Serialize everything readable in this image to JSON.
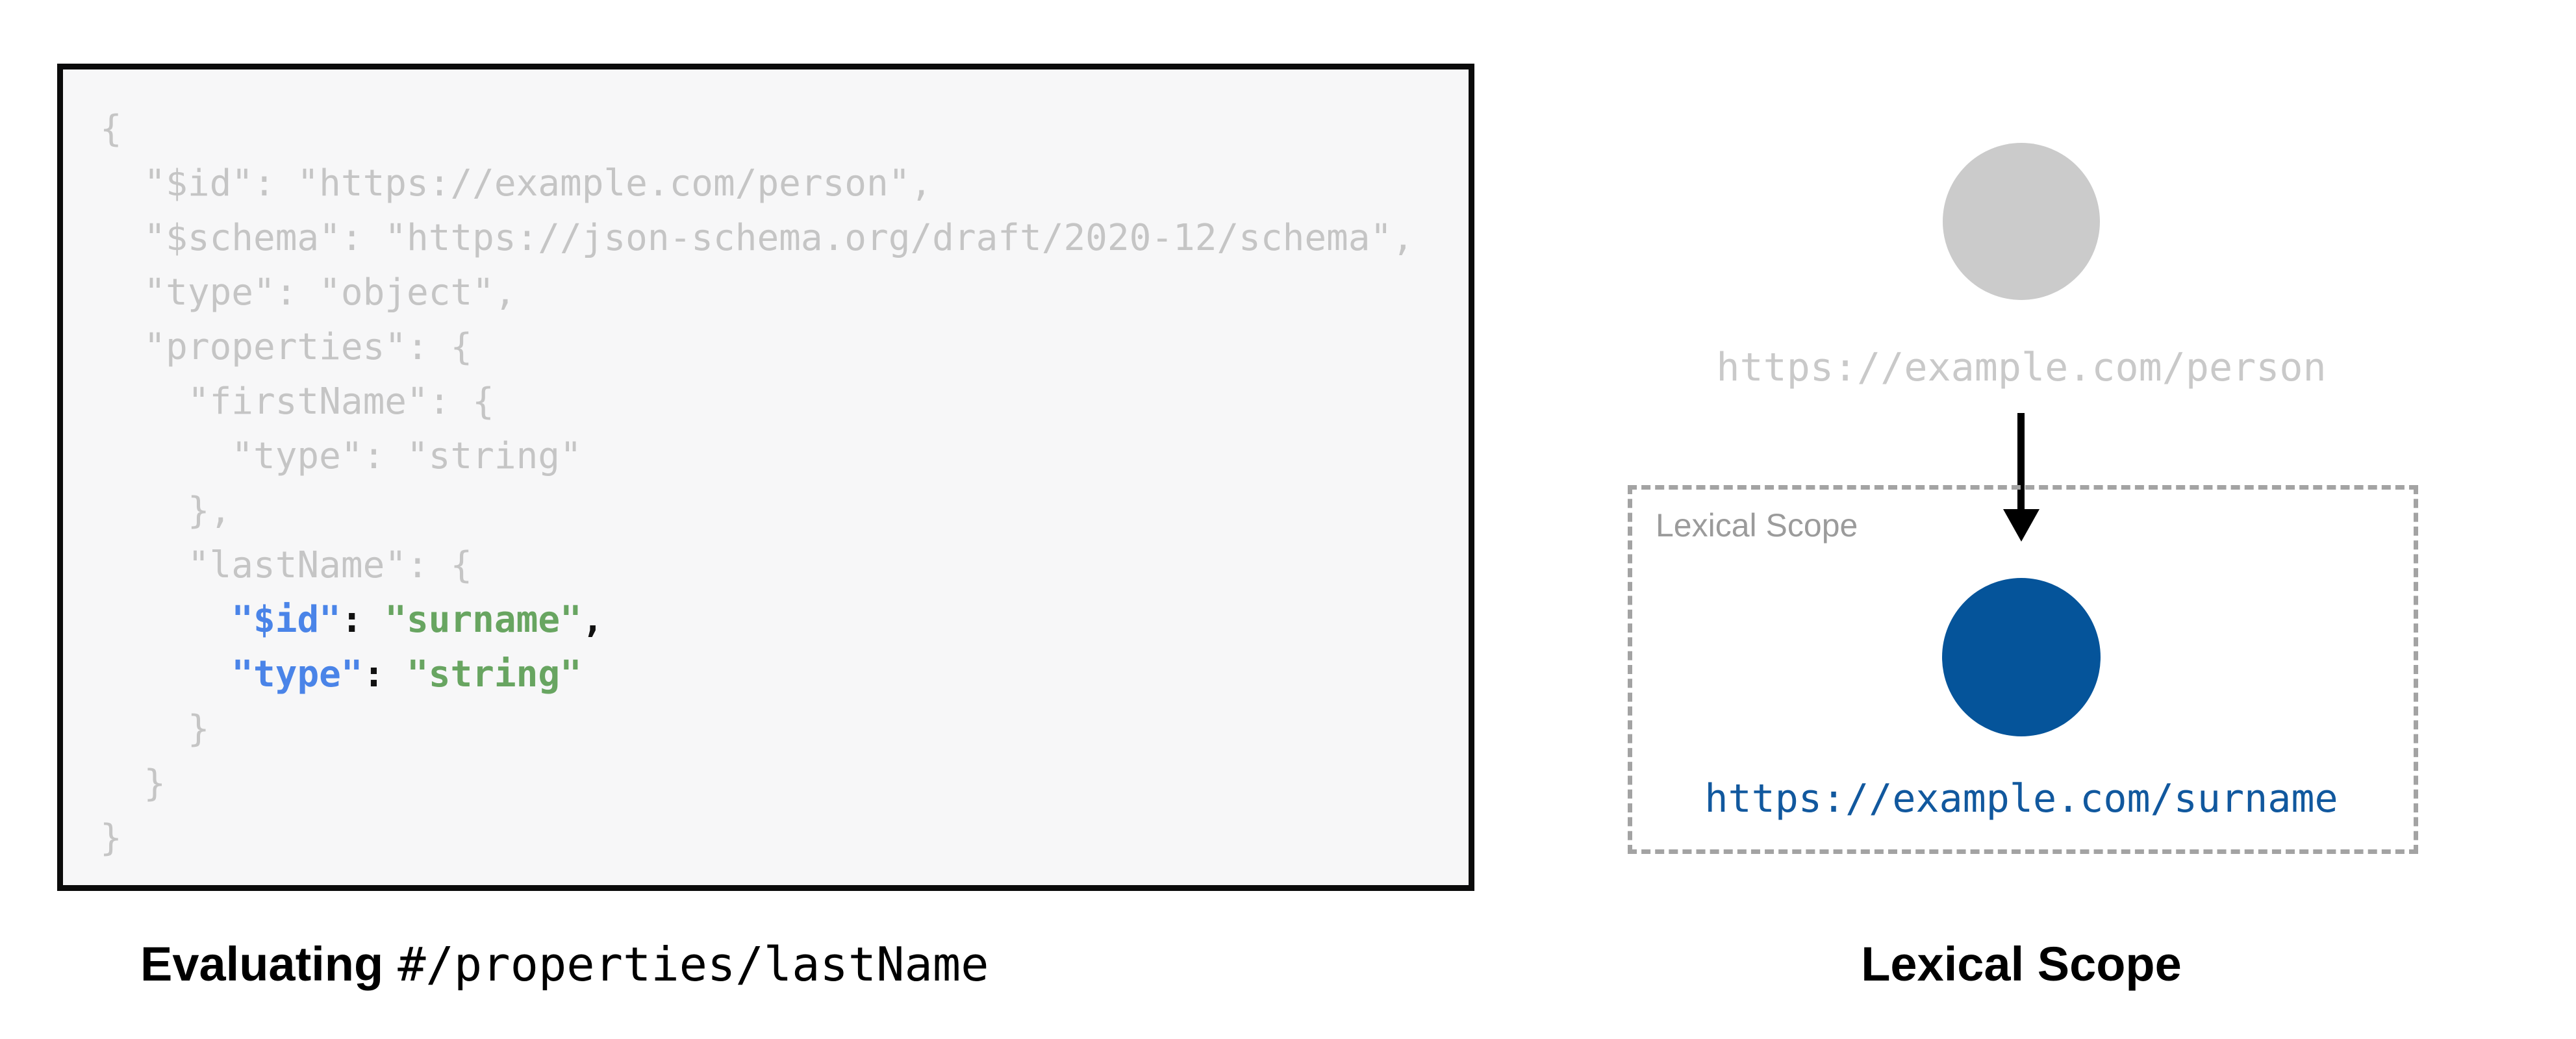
{
  "colors": {
    "code_gray": "#c5c5c5",
    "key_blue": "#4a84e8",
    "string_green": "#68a561",
    "punct_black": "#111111",
    "node_gray": "#cbcbcb",
    "url_gray": "#c9c9c9",
    "node_blue": "#05549a",
    "url_blue": "#11589e",
    "dash_gray": "#a3a3a3",
    "label_gray": "#9b9b9b",
    "code_box_bg": "#f7f7f8",
    "code_box_border": "#0b0b0b"
  },
  "code_panel": {
    "lines": [
      [
        {
          "t": "{",
          "c": "gray"
        }
      ],
      [
        {
          "t": "  \"$id\": \"https://example.com/person\",",
          "c": "gray"
        }
      ],
      [
        {
          "t": "  \"$schema\": \"https://json-schema.org/draft/2020-12/schema\",",
          "c": "gray"
        }
      ],
      [
        {
          "t": "  \"type\": \"object\",",
          "c": "gray"
        }
      ],
      [
        {
          "t": "  \"properties\": {",
          "c": "gray"
        }
      ],
      [
        {
          "t": "    \"firstName\": {",
          "c": "gray"
        }
      ],
      [
        {
          "t": "      \"type\": \"string\"",
          "c": "gray"
        }
      ],
      [
        {
          "t": "    },",
          "c": "gray"
        }
      ],
      [
        {
          "t": "    \"lastName\": {",
          "c": "gray"
        }
      ],
      [
        {
          "t": "      ",
          "c": "gray"
        },
        {
          "t": "\"$id\"",
          "c": "blue"
        },
        {
          "t": ":",
          "c": "black"
        },
        {
          "t": " ",
          "c": "gray"
        },
        {
          "t": "\"surname\"",
          "c": "green"
        },
        {
          "t": ",",
          "c": "black"
        }
      ],
      [
        {
          "t": "      ",
          "c": "gray"
        },
        {
          "t": "\"type\"",
          "c": "blue"
        },
        {
          "t": ":",
          "c": "black"
        },
        {
          "t": " ",
          "c": "gray"
        },
        {
          "t": "\"string\"",
          "c": "green"
        }
      ],
      [
        {
          "t": "    }",
          "c": "gray"
        }
      ],
      [
        {
          "t": "  }",
          "c": "gray"
        }
      ],
      [
        {
          "t": "}",
          "c": "gray"
        }
      ]
    ]
  },
  "left_caption": {
    "bold_label": "Evaluating",
    "pointer_path": "#/properties/lastName"
  },
  "diagram": {
    "person_node_label": "https://example.com/person",
    "scope_box_label": "Lexical Scope",
    "surname_node_label": "https://example.com/surname"
  },
  "right_caption": {
    "label": "Lexical Scope"
  }
}
